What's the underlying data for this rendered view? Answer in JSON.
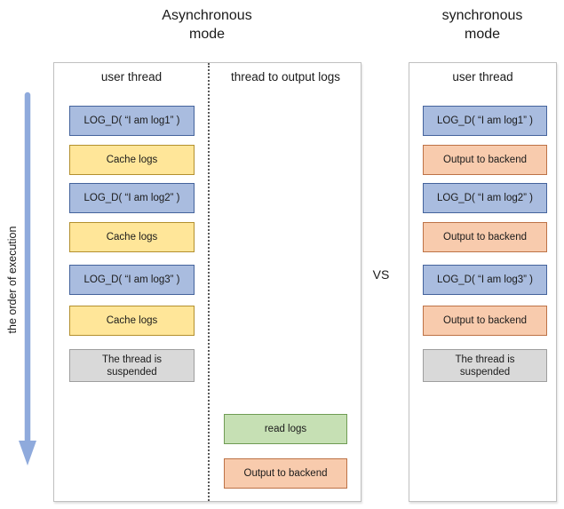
{
  "palette": {
    "blue_fill": "#a9bcdf",
    "blue_border": "#44639c",
    "yellow_fill": "#ffe699",
    "yellow_border": "#b3902e",
    "orange_fill": "#f8cbad",
    "orange_border": "#bd7246",
    "green_fill": "#c6e0b4",
    "green_border": "#6f9c54",
    "gray_fill": "#d9d9d9",
    "gray_border": "#9e9e9e",
    "arrow": "#8faadc",
    "panel_border": "#c0c0c0",
    "divider": "#595959",
    "text": "#1a1a1a"
  },
  "header": {
    "async_title_line1": "Asynchronous",
    "async_title_line2": "mode",
    "sync_title_line1": "synchronous",
    "sync_title_line2": "mode",
    "vs_label": "VS"
  },
  "execution_arrow": {
    "label": "the order of execution"
  },
  "async_panel": {
    "user_thread": {
      "header": "user thread",
      "boxes": [
        {
          "label": "LOG_D( “I am log1” )",
          "type": "blue"
        },
        {
          "label": "Cache logs",
          "type": "yellow"
        },
        {
          "label": "LOG_D( “I am log2” )",
          "type": "blue"
        },
        {
          "label": "Cache logs",
          "type": "yellow"
        },
        {
          "label": "LOG_D( “I am log3” )",
          "type": "blue"
        },
        {
          "label": "Cache logs",
          "type": "yellow"
        },
        {
          "label": "The thread is suspended",
          "type": "gray"
        }
      ]
    },
    "output_thread": {
      "header": "thread to output logs",
      "boxes": [
        {
          "label": "read logs",
          "type": "green"
        },
        {
          "label": "Output to backend",
          "type": "orange"
        }
      ]
    }
  },
  "sync_panel": {
    "user_thread": {
      "header": "user thread",
      "boxes": [
        {
          "label": "LOG_D( “I am log1” )",
          "type": "blue"
        },
        {
          "label": "Output to backend",
          "type": "orange"
        },
        {
          "label": "LOG_D( “I am log2” )",
          "type": "blue"
        },
        {
          "label": "Output to backend",
          "type": "orange"
        },
        {
          "label": "LOG_D( “I am log3” )",
          "type": "blue"
        },
        {
          "label": "Output to backend",
          "type": "orange"
        },
        {
          "label": "The thread is suspended",
          "type": "gray"
        }
      ]
    }
  }
}
